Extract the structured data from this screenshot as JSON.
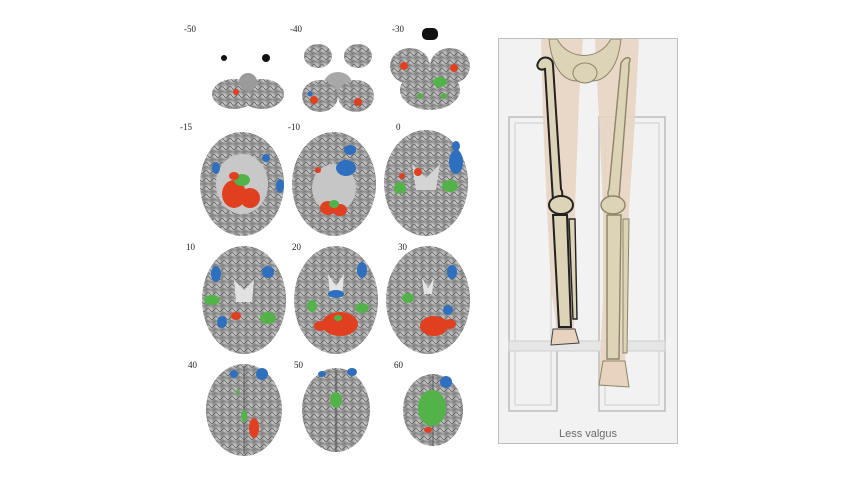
{
  "figure": {
    "slice_labels": [
      "-50",
      "-40",
      "-30",
      "-15",
      "-10",
      "0",
      "10",
      "20",
      "30",
      "40",
      "50",
      "60"
    ],
    "legend_caption": "Less valgus"
  },
  "colors": {
    "activation_red": "#e0401f",
    "activation_blue": "#2f6fc0",
    "activation_green": "#52b448",
    "bone": "#ddd3b6",
    "soft_tissue": "#e8d3c0"
  }
}
